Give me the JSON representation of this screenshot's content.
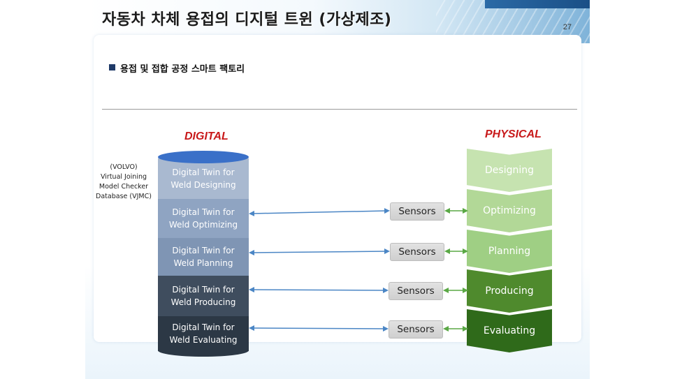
{
  "header": {
    "title": "자동차 차체 용접의 디지털 트윈 (가상제조)",
    "page_number": "27"
  },
  "section": {
    "subtitle": "용접 및 접합 공정 스마트 팩토리"
  },
  "digital": {
    "heading": "DIGITAL",
    "source_lines": [
      "(VOLVO)",
      "Virtual Joining",
      "Model Checker",
      "Database (VJMC)"
    ],
    "layers": [
      {
        "line1": "Digital Twin for",
        "line2": "Weld Designing",
        "color": "#a9b9d0"
      },
      {
        "line1": "Digital Twin for",
        "line2": "Weld Optimizing",
        "color": "#8fa4c2"
      },
      {
        "line1": "Digital Twin for",
        "line2": "Weld Planning",
        "color": "#7f95b4"
      },
      {
        "line1": "Digital Twin for",
        "line2": "Weld Producing",
        "color": "#3f4d5e"
      },
      {
        "line1": "Digital Twin for",
        "line2": "Weld Evaluating",
        "color": "#2c3845"
      }
    ],
    "top_cap_color": "#3a70c8"
  },
  "physical": {
    "heading": "PHYSICAL",
    "stages": [
      {
        "label": "Designing",
        "color": "#c6e3b0"
      },
      {
        "label": "Optimizing",
        "color": "#b2d897"
      },
      {
        "label": "Planning",
        "color": "#9fcf84"
      },
      {
        "label": "Producing",
        "color": "#4f8a2d"
      },
      {
        "label": "Evaluating",
        "color": "#2f6a1a"
      }
    ]
  },
  "sensors": [
    {
      "label": "Sensors"
    },
    {
      "label": "Sensors"
    },
    {
      "label": "Sensors"
    },
    {
      "label": "Sensors"
    }
  ],
  "colors": {
    "arrow_blue": "#4b86c5",
    "arrow_green": "#5aa845",
    "heading_red": "#c8191a"
  }
}
